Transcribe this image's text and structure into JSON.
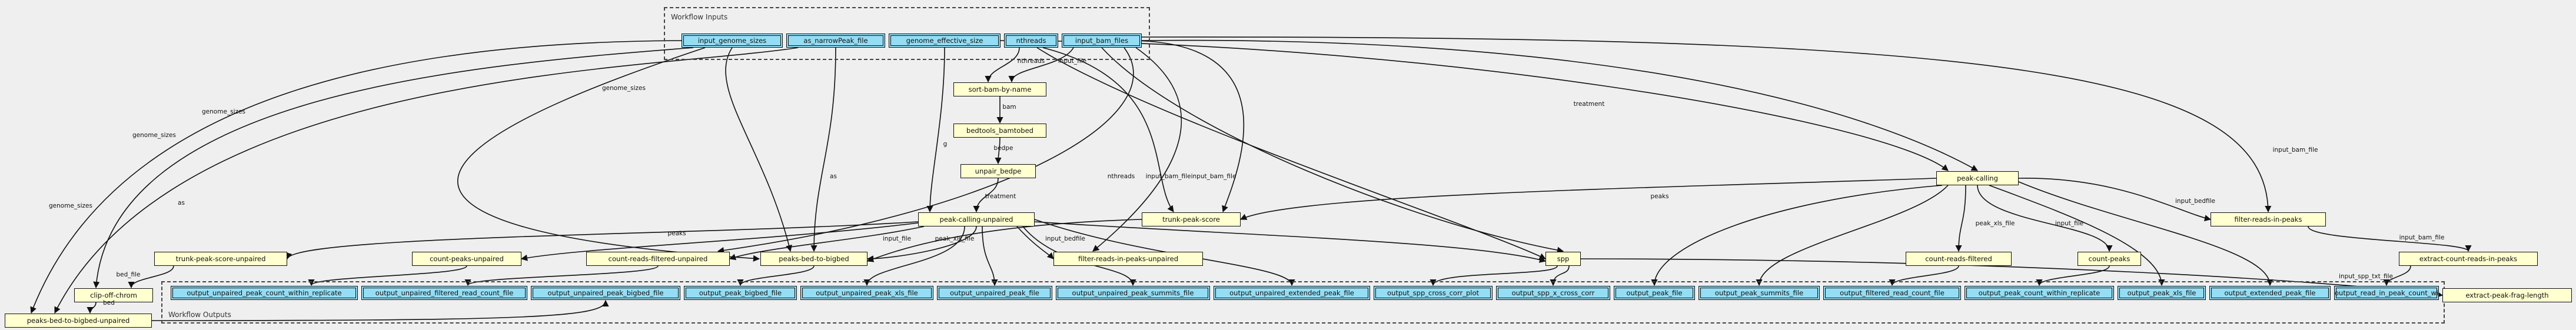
{
  "clusters": {
    "inputs": "Workflow Inputs",
    "outputs": "Workflow Outputs"
  },
  "nodes": {
    "input_genome_sizes": "input_genome_sizes",
    "as_narrowPeak_file": "as_narrowPeak_file",
    "genome_effective_size": "genome_effective_size",
    "nthreads": "nthreads",
    "input_bam_files": "input_bam_files",
    "sort_bam_by_name": "sort-bam-by-name",
    "bedtools_bamtobed": "bedtools_bamtobed",
    "unpair_bedpe": "unpair_bedpe",
    "peak_calling_unpaired": "peak-calling-unpaired",
    "peak_calling": "peak-calling",
    "trunk_peak_score": "trunk-peak-score",
    "trunk_peak_score_unpaired": "trunk-peak-score-unpaired",
    "count_peaks_unpaired": "count-peaks-unpaired",
    "count_reads_filtered_unpaired": "count-reads-filtered-unpaired",
    "peaks_bed_to_bigbed": "peaks-bed-to-bigbed",
    "filter_reads_in_peaks_unpaired": "filter-reads-in-peaks-unpaired",
    "spp": "spp",
    "count_reads_filtered": "count-reads-filtered",
    "count_peaks": "count-peaks",
    "filter_reads_in_peaks": "filter-reads-in-peaks",
    "extract_count_reads_in_peaks": "extract-count-reads-in-peaks",
    "extract_peak_frag_length": "extract-peak-frag-length",
    "clip_off_chrom": "clip-off-chrom",
    "peaks_bed_to_bigbed_unpaired": "peaks-bed-to-bigbed-unpaired",
    "output_unpaired_peak_count_within_replicate": "output_unpaired_peak_count_within_replicate",
    "output_unpaired_filtered_read_count_file": "output_unpaired_filtered_read_count_file",
    "output_unpaired_peak_bigbed_file": "output_unpaired_peak_bigbed_file",
    "output_peak_bigbed_file": "output_peak_bigbed_file",
    "output_unpaired_peak_xls_file": "output_unpaired_peak_xls_file",
    "output_unpaired_peak_file": "output_unpaired_peak_file",
    "output_unpaired_peak_summits_file": "output_unpaired_peak_summits_file",
    "output_unpaired_extended_peak_file": "output_unpaired_extended_peak_file",
    "output_spp_cross_corr_plot": "output_spp_cross_corr_plot",
    "output_spp_x_cross_corr": "output_spp_x_cross_corr",
    "output_peak_file": "output_peak_file",
    "output_peak_summits_file": "output_peak_summits_file",
    "output_filtered_read_count_file": "output_filtered_read_count_file",
    "output_peak_count_within_replicate": "output_peak_count_within_replicate",
    "output_peak_xls_file": "output_peak_xls_file",
    "output_extended_peak_file": "output_extended_peak_file",
    "output_read_in_peak_count_within_replicate": "output_read_in_peak_count_within_replicate"
  },
  "edge_labels": {
    "genome_sizes": "genome_sizes",
    "as": "as",
    "g": "g",
    "nthreads": "nthreads",
    "input_file": "input_file",
    "bam": "bam",
    "bedpe": "bedpe",
    "treatment": "treatment",
    "input_bam_file": "input_bam_file",
    "input_bedfile": "input_bedfile",
    "peaks": "peaks",
    "peak_xls_file": "peak_xls_file",
    "bed_file": "bed_file",
    "bed": "bed",
    "input_spp_txt_file": "input_spp_txt_file"
  }
}
